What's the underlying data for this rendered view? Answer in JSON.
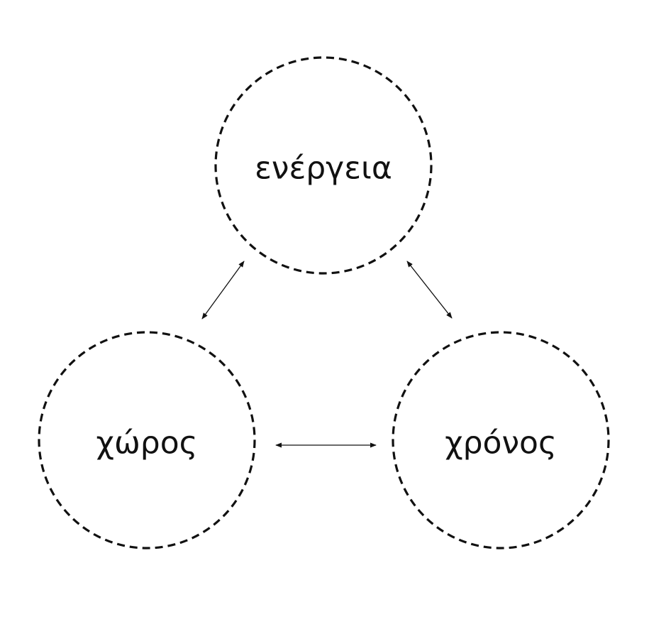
{
  "diagram": {
    "nodes": {
      "energy": {
        "label": "ενέργεια"
      },
      "space": {
        "label": "χώρος"
      },
      "time": {
        "label": "χρόνος"
      }
    },
    "edges": [
      {
        "from": "energy",
        "to": "space",
        "direction": "both"
      },
      {
        "from": "energy",
        "to": "time",
        "direction": "both"
      },
      {
        "from": "space",
        "to": "time",
        "direction": "both"
      }
    ],
    "colors": {
      "stroke": "#111111",
      "background": "#ffffff"
    }
  }
}
